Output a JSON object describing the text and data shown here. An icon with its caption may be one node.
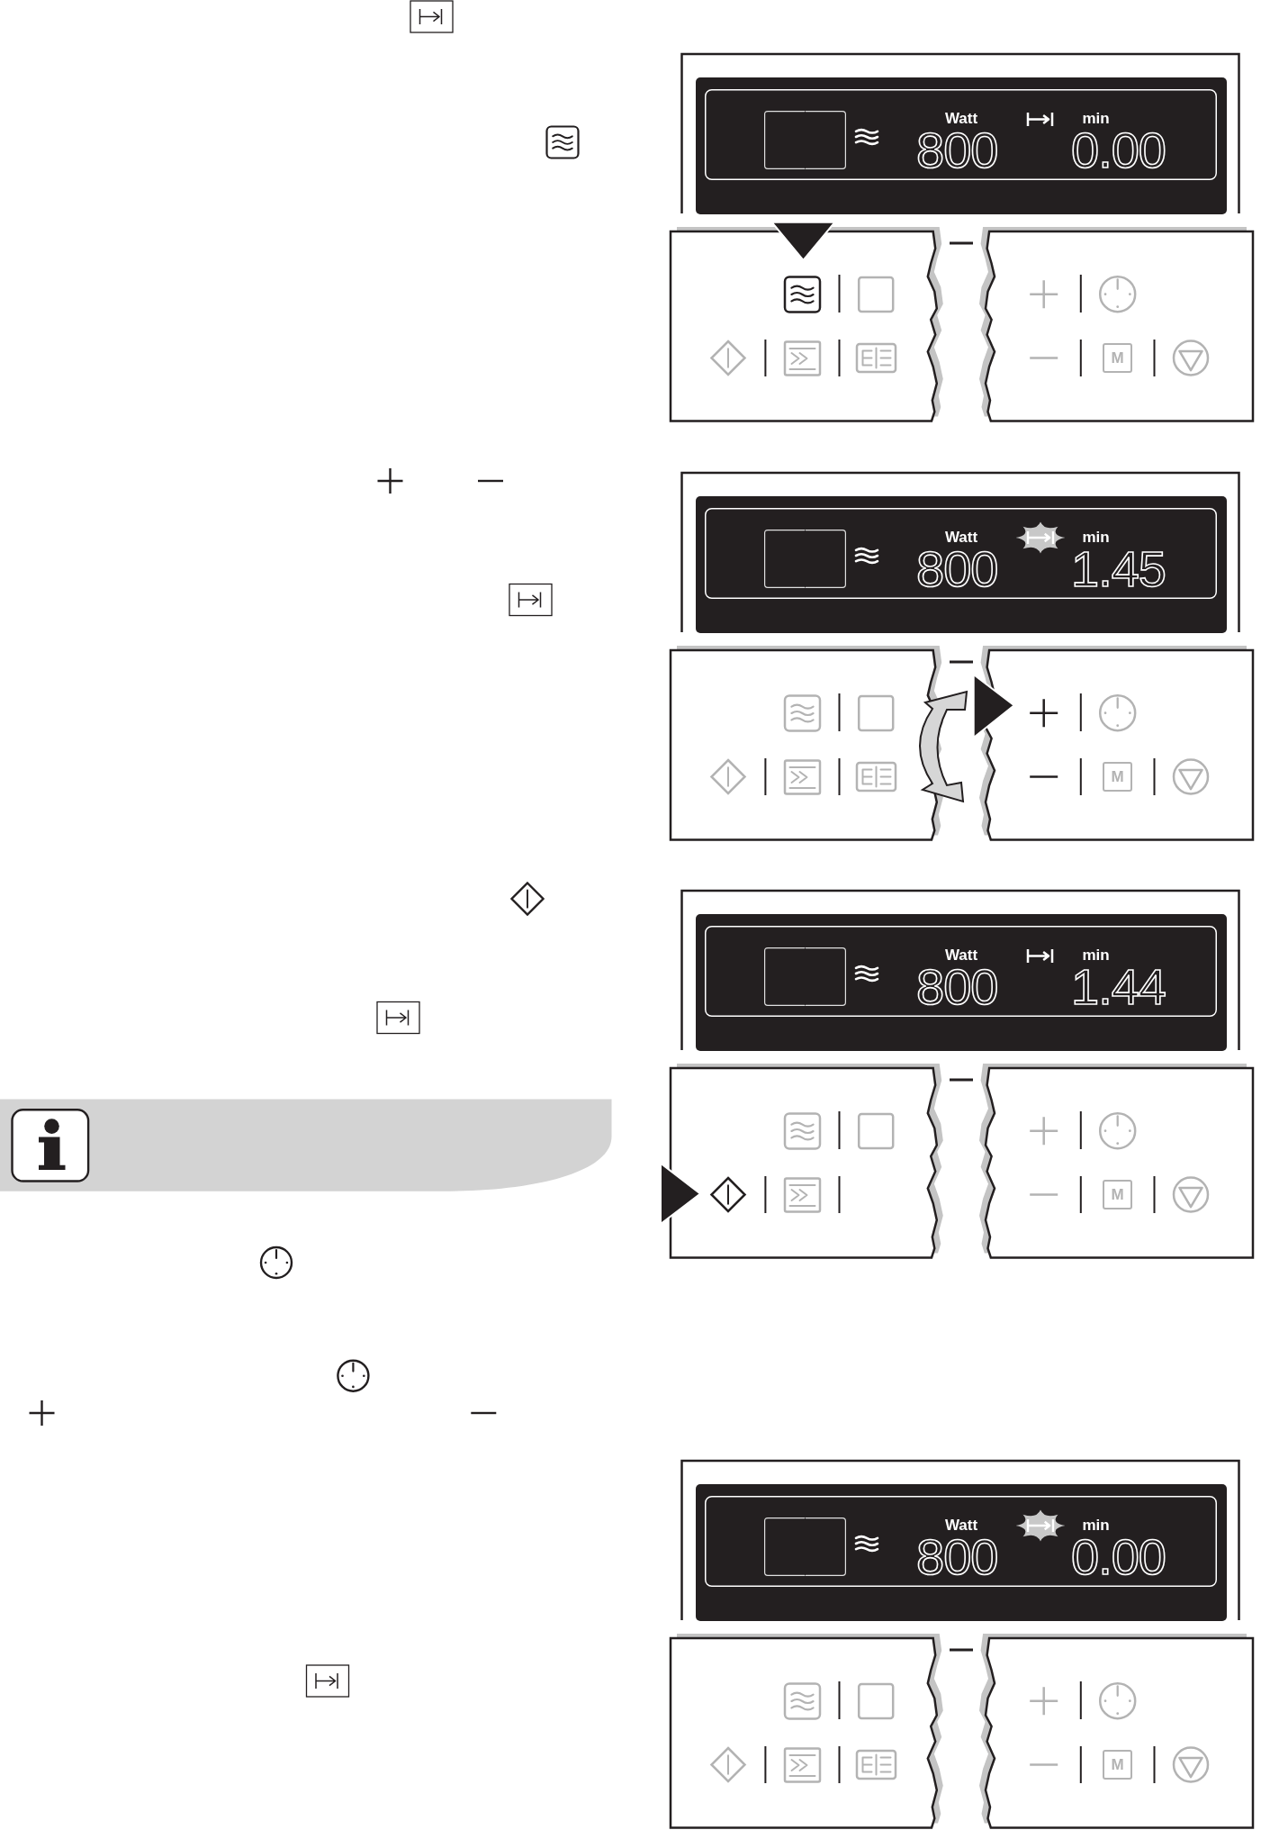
{
  "diagram": {
    "nodes": [
      {
        "text": [
          "Watt",
          "800",
          "min",
          "0.00"
        ]
      },
      {
        "text": [
          "M"
        ]
      },
      {
        "text": [
          "Watt",
          "800",
          "min",
          "1.45"
        ]
      },
      {
        "text": [
          "M"
        ]
      },
      {
        "text": [
          "Watt",
          "800",
          "min",
          "1.44"
        ]
      },
      {
        "text": [
          "M"
        ]
      },
      {
        "text": [
          "Watt",
          "800",
          "min",
          "0.00"
        ]
      },
      {
        "text": [
          "M"
        ]
      }
    ]
  }
}
